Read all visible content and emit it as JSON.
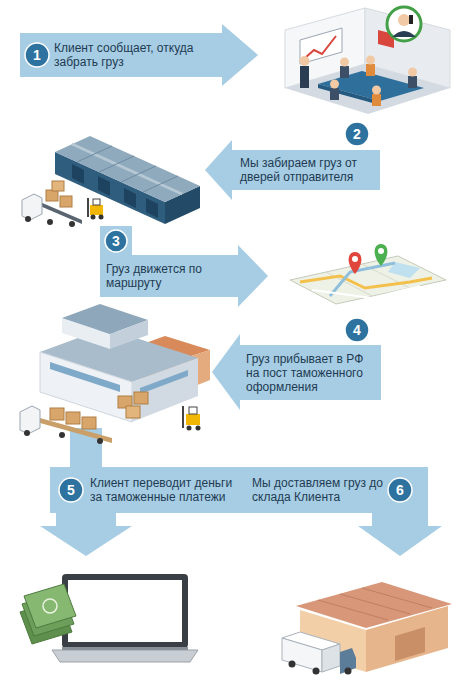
{
  "diagram": {
    "nodes": [
      {
        "text": [
          "Клиент сообщает, откуда забрать груз"
        ]
      },
      {
        "text": [
          "1"
        ],
        "in": 0
      },
      {
        "text": [
          "Мы забираем груз от дверей отправителя"
        ]
      },
      {
        "text": [
          "2"
        ],
        "in": 2
      },
      {
        "text": [
          "Груз движется по маршруту"
        ]
      },
      {
        "text": [
          "3"
        ],
        "in": 4
      },
      {
        "text": [
          "Груз прибывает в РФ на пост таможенного оформления"
        ]
      },
      {
        "text": [
          "4"
        ],
        "in": 6
      },
      {
        "text": [
          "Клиент переводит деньги за таможенные платежи"
        ]
      },
      {
        "text": [
          "5"
        ],
        "in": 8
      },
      {
        "text": [
          "Мы доставляем груз до склада Клиента"
        ]
      },
      {
        "text": [
          "6"
        ],
        "in": 10
      }
    ]
  }
}
